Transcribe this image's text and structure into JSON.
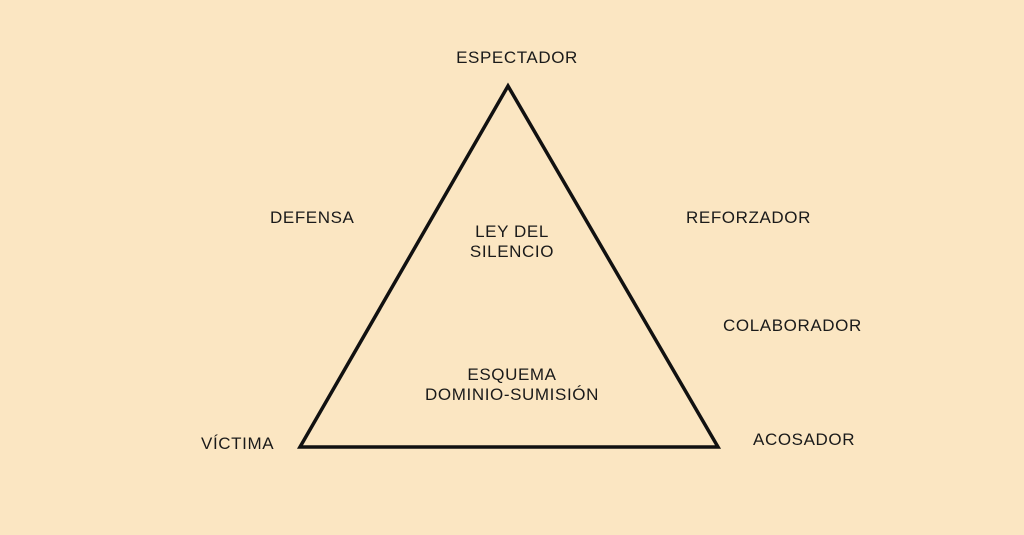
{
  "colors": {
    "background": "#fbe6c2",
    "stroke": "#111111",
    "text": "#1a1a1a"
  },
  "diagram": {
    "vertices": {
      "top": "ESPECTADOR",
      "bottom_left": "VÍCTIMA",
      "bottom_right": "ACOSADOR"
    },
    "side_labels": {
      "left": "DEFENSA",
      "right_upper": "REFORZADOR",
      "right_lower": "COLABORADOR"
    },
    "inner_labels": {
      "upper": [
        "LEY DEL",
        "SILENCIO"
      ],
      "lower": [
        "ESQUEMA",
        "DOMINIO-SUMISIÓN"
      ]
    }
  }
}
